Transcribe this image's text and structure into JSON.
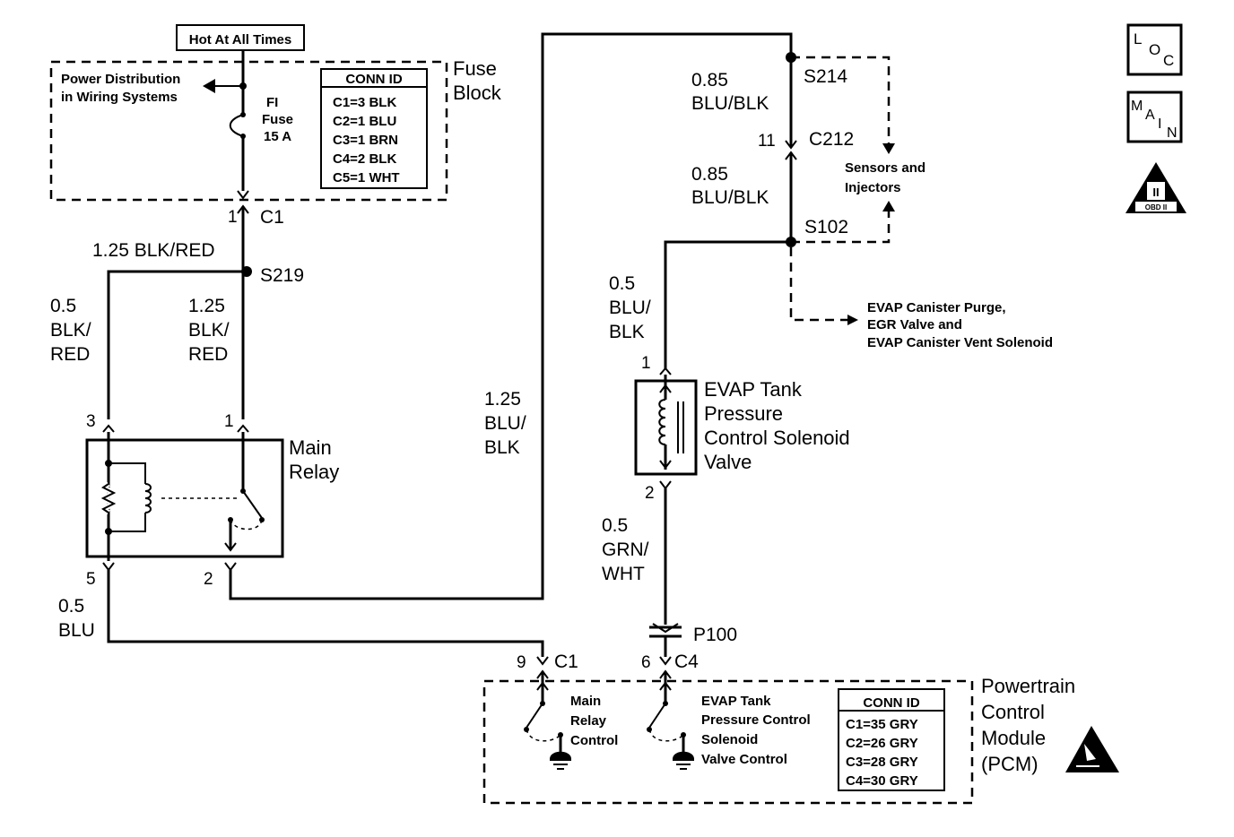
{
  "hot_label": "Hot At All Times",
  "fuse_block": {
    "title": [
      "Fuse",
      "Block"
    ],
    "power_dist": [
      "Power Distribution",
      "in Wiring Systems"
    ],
    "fuse": [
      "FI",
      "Fuse",
      "15 A"
    ],
    "conn_id_title": "CONN ID",
    "conn_ids": [
      "C1=3 BLK",
      "C2=1 BLU",
      "C3=1 BRN",
      "C4=2 BLK",
      "C5=1 WHT"
    ],
    "pin": "1",
    "connector": "C1"
  },
  "wires": {
    "main_feed": "1.25 BLK/RED",
    "left_feed": [
      "0.5",
      "BLK/",
      "RED"
    ],
    "right_feed": [
      "1.25",
      "BLK/",
      "RED"
    ],
    "relay_out": [
      "1.25",
      "BLU/",
      "BLK"
    ],
    "s214_wire": [
      "0.85",
      "BLU/BLK"
    ],
    "c212_wire": [
      "0.85",
      "BLU/BLK"
    ],
    "solenoid_in": [
      "0.5",
      "BLU/",
      "BLK"
    ],
    "solenoid_out": [
      "0.5",
      "GRN/",
      "WHT"
    ],
    "relay_ctrl": [
      "0.5",
      "BLU"
    ]
  },
  "splices": {
    "s219": "S219",
    "s214": "S214",
    "s102": "S102",
    "c212": "C212",
    "c212_pin": "11",
    "p100": "P100"
  },
  "main_relay": {
    "title": [
      "Main",
      "Relay"
    ],
    "pins": [
      "3",
      "1",
      "5",
      "2"
    ]
  },
  "solenoid": {
    "title": [
      "EVAP Tank",
      "Pressure",
      "Control Solenoid",
      "Valve"
    ],
    "pin_top": "1",
    "pin_bottom": "2"
  },
  "sensors": [
    "Sensors and",
    "Injectors"
  ],
  "evap_purge": [
    "EVAP Canister Purge,",
    "EGR Valve and",
    "EVAP Canister Vent Solenoid"
  ],
  "pcm": {
    "title": [
      "Powertrain",
      "Control",
      "Module",
      "(PCM)"
    ],
    "pin_c1": "9",
    "conn_c1": "C1",
    "pin_c4": "6",
    "conn_c4": "C4",
    "relay_control": [
      "Main",
      "Relay",
      "Control"
    ],
    "solenoid_control": [
      "EVAP Tank",
      "Pressure Control",
      "Solenoid",
      "Valve Control"
    ],
    "conn_id_title": "CONN ID",
    "conn_ids": [
      "C1=35 GRY",
      "C2=26 GRY",
      "C3=28 GRY",
      "C4=30 GRY"
    ]
  },
  "icons": {
    "loc": [
      "L",
      "O",
      "C"
    ],
    "main": [
      "M",
      "A",
      "I",
      "N"
    ],
    "obd": [
      "II",
      "OBD II"
    ]
  }
}
